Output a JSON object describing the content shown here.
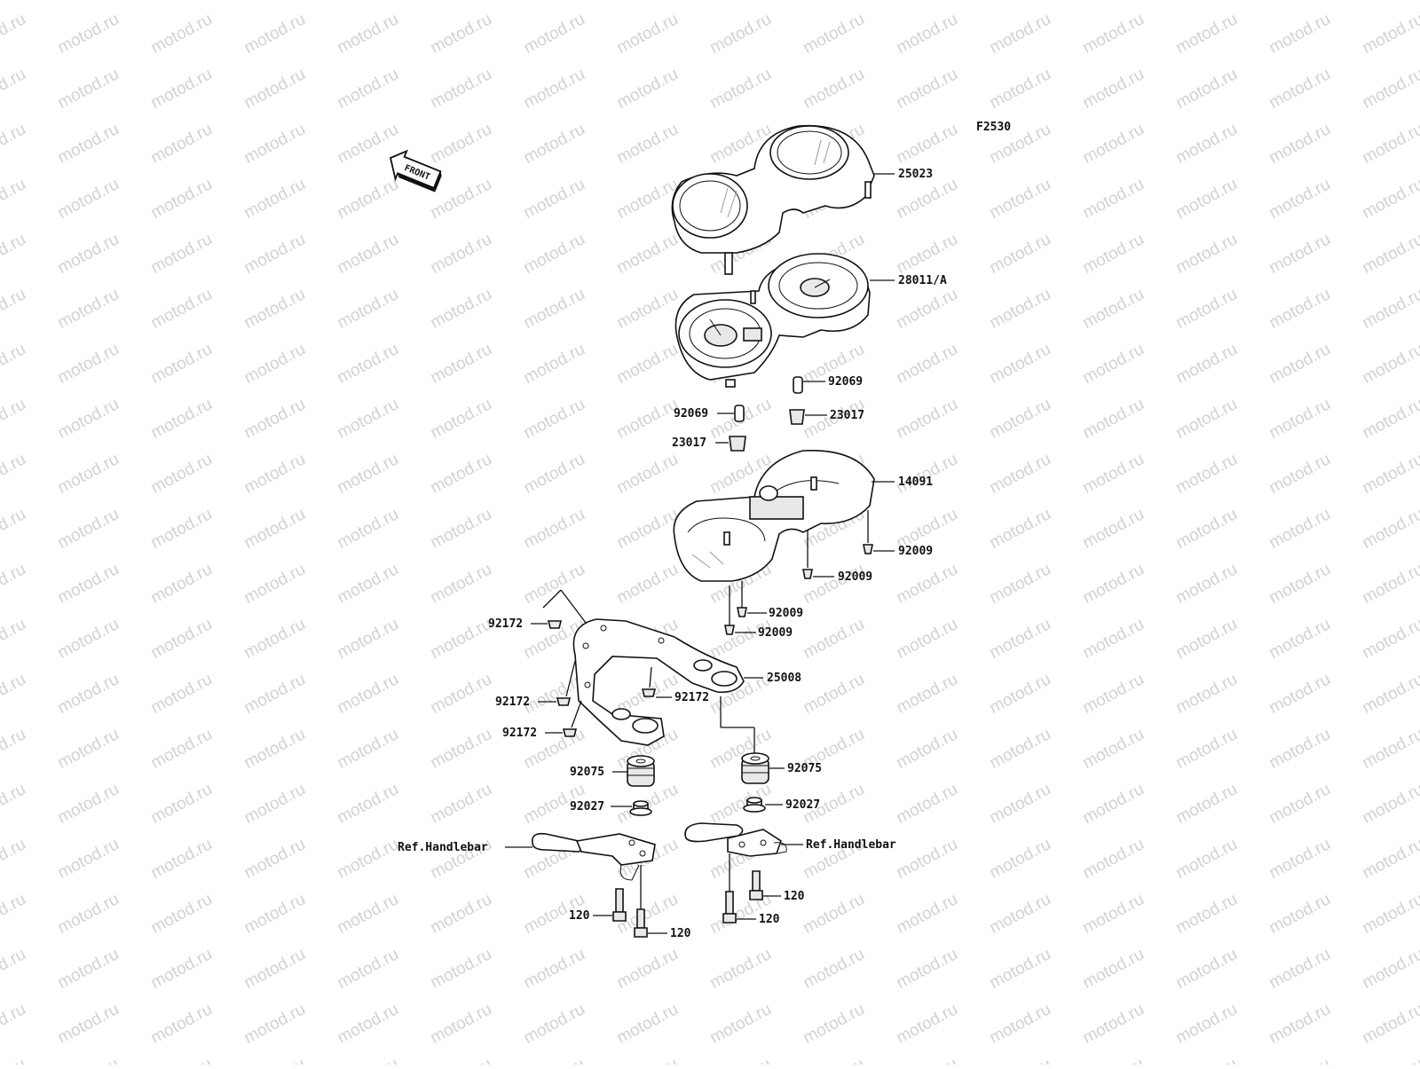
{
  "diagram": {
    "figure_code": "F2530",
    "front_marker": "FRONT",
    "watermark_text": "motod.ru",
    "ink_color": "#111111",
    "watermark_color": "#d2d2d2"
  },
  "callouts": {
    "c25023": "25023",
    "c28011a": "28011/A",
    "c92069_r": "92069",
    "c92069_l": "92069",
    "c23017_r": "23017",
    "c23017_l": "23017",
    "c14091": "14091",
    "c92009_a": "92009",
    "c92009_b": "92009",
    "c92009_c": "92009",
    "c92009_d": "92009",
    "c92172_a": "92172",
    "c92172_b": "92172",
    "c92172_c": "92172",
    "c92172_d": "92172",
    "c25008": "25008",
    "c92075_l": "92075",
    "c92075_r": "92075",
    "c92027_l": "92027",
    "c92027_r": "92027",
    "ref_l": "Ref.Handlebar",
    "ref_r": "Ref.Handlebar",
    "c120_a": "120",
    "c120_b": "120",
    "c120_c": "120",
    "c120_d": "120"
  }
}
